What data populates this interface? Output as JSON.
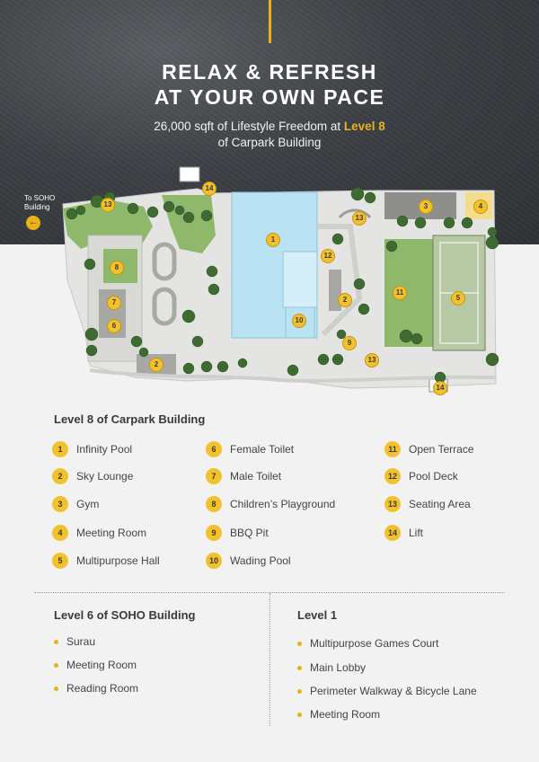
{
  "hero": {
    "title_line1": "RELAX & REFRESH",
    "title_line2": "AT YOUR OWN PACE",
    "subtitle_pre": "26,000 sqft of Lifestyle Freedom at ",
    "subtitle_highlight": "Level 8",
    "subtitle_line2": "of Carpark Building"
  },
  "map": {
    "soho_link_line1": "To SOHO",
    "soho_link_line2": "Building",
    "arrow_icon": "arrow-left-icon",
    "markers": [
      "1",
      "2",
      "2",
      "3",
      "4",
      "5",
      "6",
      "7",
      "8",
      "9",
      "10",
      "11",
      "12",
      "13",
      "13",
      "13",
      "14",
      "14"
    ]
  },
  "level8": {
    "title": "Level 8 of Carpark Building",
    "items": [
      {
        "num": "1",
        "label": "Infinity Pool"
      },
      {
        "num": "2",
        "label": "Sky Lounge"
      },
      {
        "num": "3",
        "label": "Gym"
      },
      {
        "num": "4",
        "label": "Meeting Room"
      },
      {
        "num": "5",
        "label": "Multipurpose Hall"
      },
      {
        "num": "6",
        "label": "Female Toilet"
      },
      {
        "num": "7",
        "label": "Male Toilet"
      },
      {
        "num": "8",
        "label": "Children’s Playground"
      },
      {
        "num": "9",
        "label": "BBQ Pit"
      },
      {
        "num": "10",
        "label": "Wading Pool"
      },
      {
        "num": "11",
        "label": "Open Terrace"
      },
      {
        "num": "12",
        "label": "Pool Deck"
      },
      {
        "num": "13",
        "label": "Seating Area"
      },
      {
        "num": "14",
        "label": "Lift"
      }
    ]
  },
  "level6": {
    "title": "Level 6 of SOHO Building",
    "items": [
      "Surau",
      "Meeting Room",
      "Reading Room"
    ]
  },
  "level1": {
    "title": "Level 1",
    "items": [
      "Multipurpose Games Court",
      "Main Lobby",
      "Perimeter Walkway & Bicycle Lane",
      "Meeting Room"
    ]
  },
  "colors": {
    "accent": "#e8b21c",
    "badge": "#f2c12e",
    "hero_bg": "#3d4145",
    "pool": "#b9e2f2",
    "lawn": "#8fb86a"
  }
}
